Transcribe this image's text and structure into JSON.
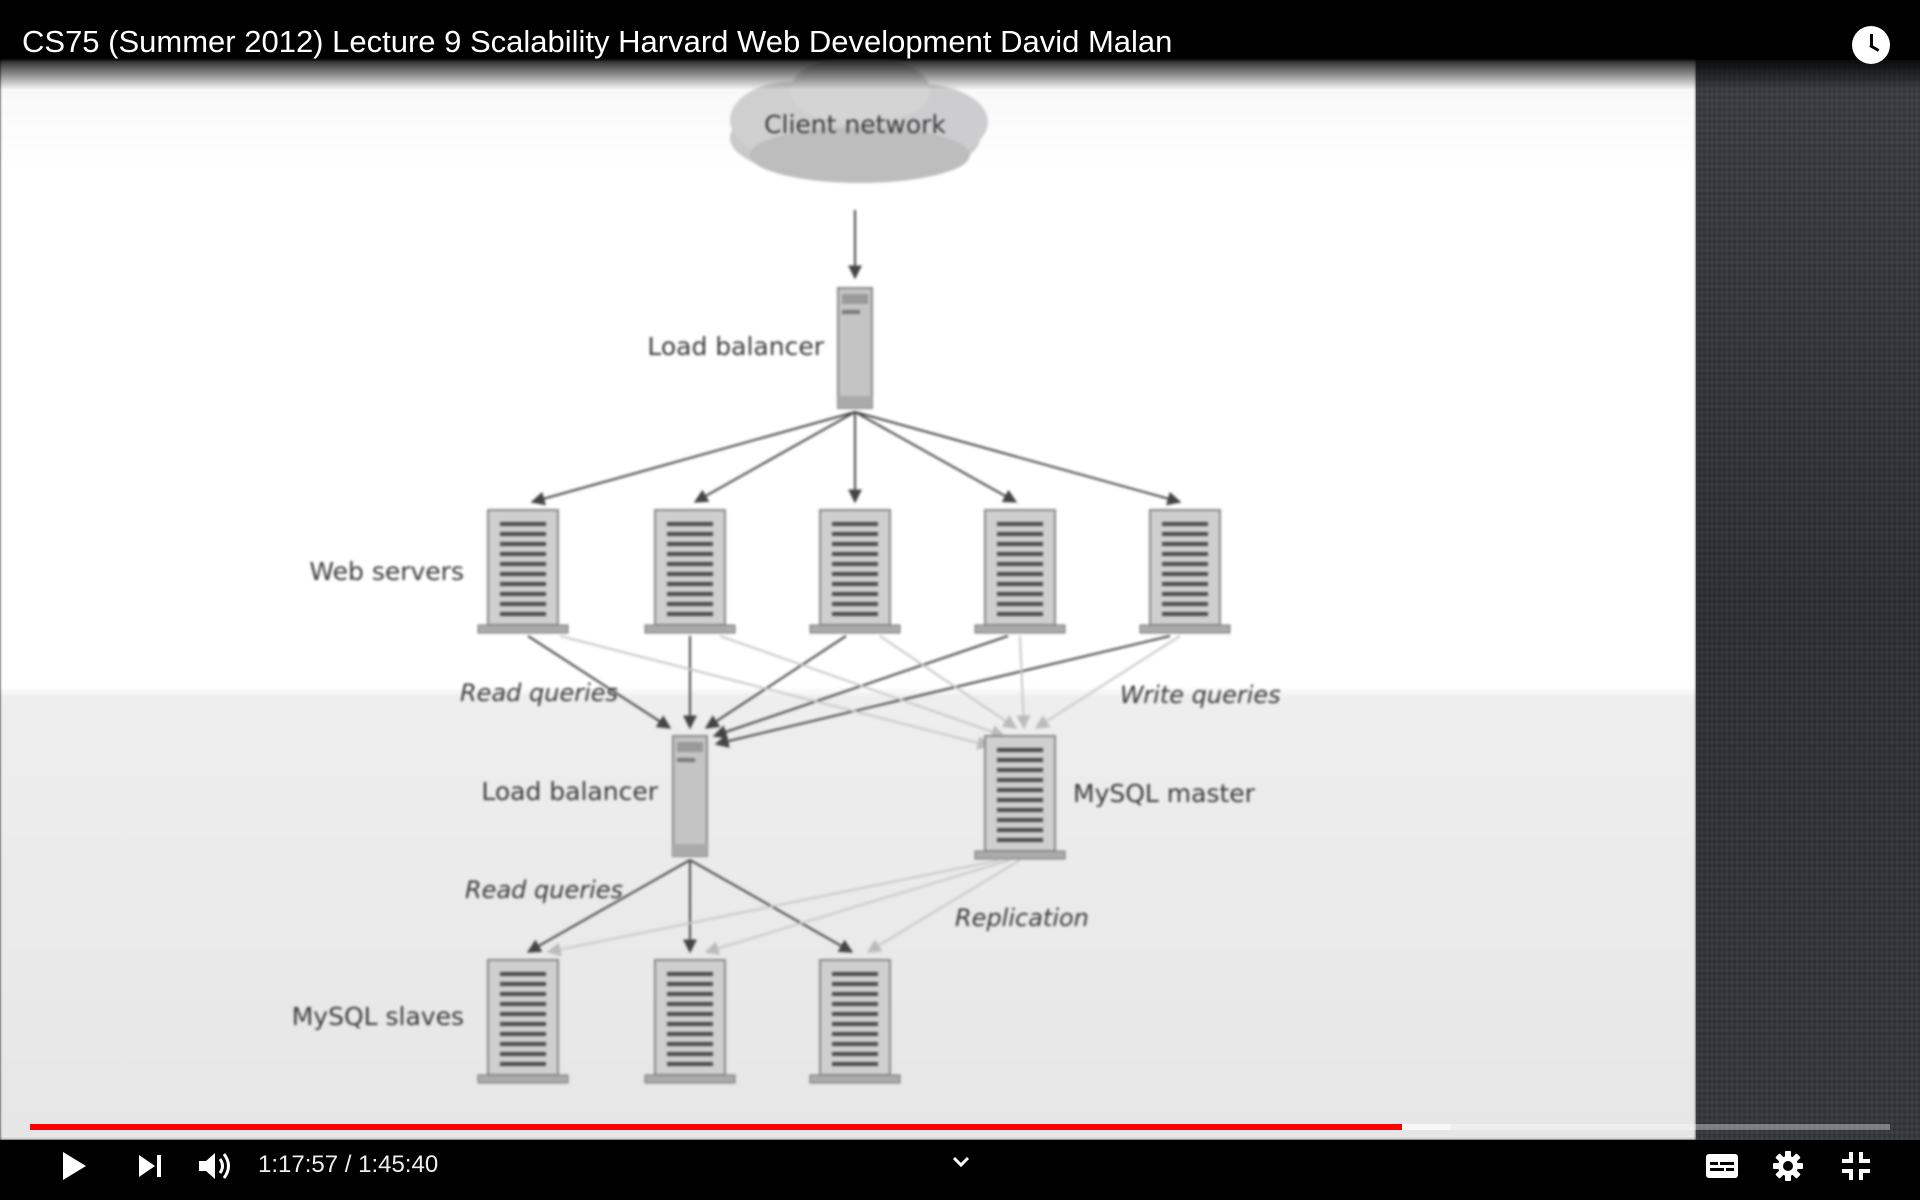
{
  "player": {
    "title": "CS75 (Summer 2012) Lecture 9 Scalability Harvard Web Development David Malan",
    "time_current": "1:17:57",
    "time_separator": " / ",
    "time_total": "1:45:40",
    "progress_played_fraction": 0.7378,
    "progress_buffered_fraction": 0.7642,
    "accent_color": "#ff0000"
  },
  "slide": {
    "cloud_label": "Client network",
    "lb_top_label": "Load balancer",
    "web_servers_label": "Web servers",
    "read_queries_label_1": "Read queries",
    "write_queries_label": "Write queries",
    "lb_db_label": "Load balancer",
    "mysql_master_label": "MySQL master",
    "read_queries_label_2": "Read queries",
    "replication_label": "Replication",
    "mysql_slaves_label": "MySQL slaves"
  },
  "icons": {
    "play": "play-icon",
    "next": "next-icon",
    "volume": "volume-icon",
    "chevron": "chevron-down-icon",
    "subtitles": "subtitles-icon",
    "settings": "gear-icon",
    "exit_fullscreen": "exit-fullscreen-icon",
    "watch_later": "clock-icon"
  }
}
